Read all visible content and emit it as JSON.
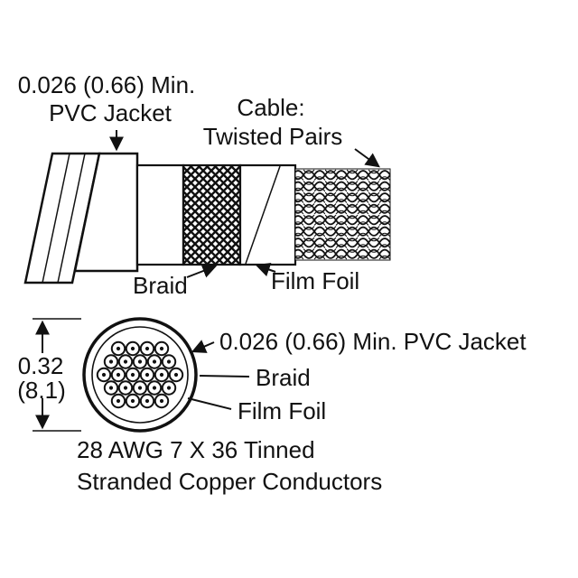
{
  "colors": {
    "ink": "#111111",
    "background": "#ffffff"
  },
  "side_view": {
    "jacket_label_line1": "0.026 (0.66) Min.",
    "jacket_label_line2": "PVC Jacket",
    "cable_label_line1": "Cable:",
    "cable_label_line2": "Twisted Pairs",
    "braid_label": "Braid",
    "film_foil_label": "Film Foil"
  },
  "cross_section": {
    "diameter_label_line1": "0.32",
    "diameter_label_line2": "(8.1)",
    "jacket_label": "0.026 (0.66) Min. PVC Jacket",
    "braid_label": "Braid",
    "film_foil_label": "Film Foil",
    "conductor_note_line1": "28 AWG 7 X 36 Tinned",
    "conductor_note_line2": "Stranded Copper Conductors",
    "conductor_rows": [
      4,
      5,
      6,
      5,
      4
    ]
  }
}
